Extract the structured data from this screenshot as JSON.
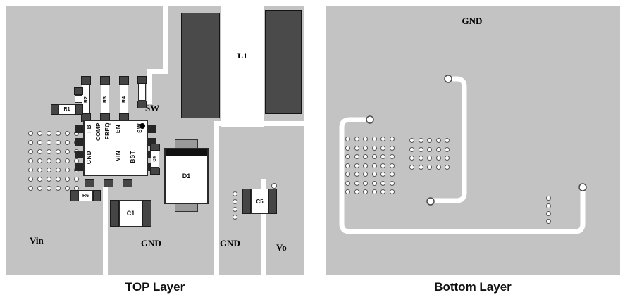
{
  "captions": {
    "top": "TOP Layer",
    "bottom": "Bottom Layer"
  },
  "top_layer": {
    "net_labels": {
      "sw": "SW",
      "vin": "Vin",
      "gnd_mid": "GND",
      "gnd_right": "GND",
      "vo": "Vo"
    },
    "components": {
      "l1": "L1",
      "r1": "R1",
      "r2": "R2",
      "r3": "R3",
      "r4": "R4",
      "r6": "R6",
      "c1": "C1",
      "c4": "C4",
      "c5": "C5",
      "d1": "D1"
    },
    "ic": {
      "pins": {
        "fb": "FB",
        "comp": "COMP",
        "freq": "FREQ",
        "gnd": "GND",
        "en": "EN",
        "sw": "SW",
        "vin": "VIN",
        "bst": "BST"
      }
    }
  },
  "bottom_layer": {
    "net_labels": {
      "gnd": "GND"
    }
  },
  "colors": {
    "copper": "#c3c3c3",
    "pad_dark": "#454545",
    "trace_white": "#ffffff",
    "text": "#000000"
  }
}
